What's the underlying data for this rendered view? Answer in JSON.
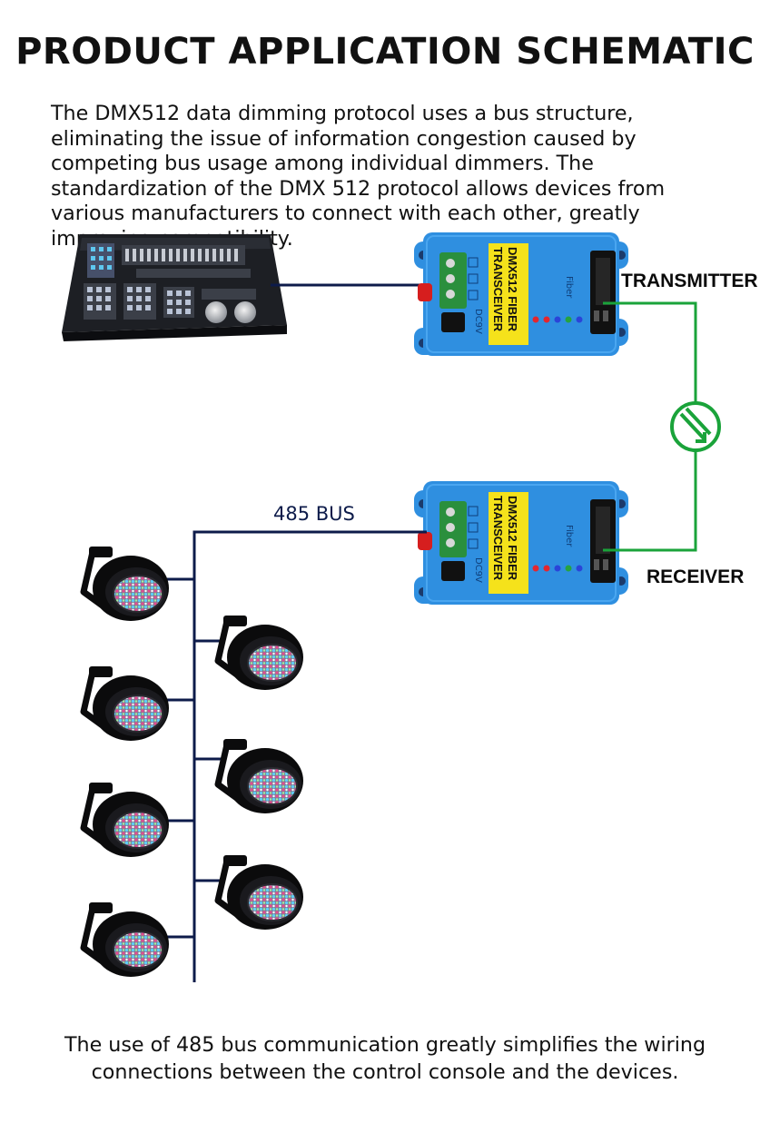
{
  "title": "PRODUCT APPLICATION SCHEMATIC",
  "intro": "The DMX512 data dimming protocol uses a bus structure, eliminating the issue of information congestion  caused by competing bus usage among individual dimmers.  The standardization of the DMX 512 protocol allows devices from various manufacturers to connect with each other, greatly improving compatibility.",
  "devices": {
    "module_label_line1": "DMX512 FIBER",
    "module_label_line2": "TRANSCEIVER",
    "fiber_port_text": "Fiber",
    "terminal_text": "DC9V",
    "transmitter_label": "TRANSMITTER",
    "receiver_label": "RECEIVER"
  },
  "bus_label": "485 BUS",
  "footer_line1": "The use of 485 bus communication greatly simplifies the wiring",
  "footer_line2": "connections between the control console and the devices.",
  "colors": {
    "module_blue": "#2f8fe0",
    "label_yellow": "#f5e21b",
    "bus_navy": "#0d1b4a",
    "fiber_green": "#1aa33a",
    "console_body": "#1d1f24",
    "lamp_body": "#0b0b0c"
  },
  "icons": [
    "dmx-console-icon",
    "fiber-transceiver-icon",
    "optical-fiber-icon",
    "par-light-icon"
  ]
}
